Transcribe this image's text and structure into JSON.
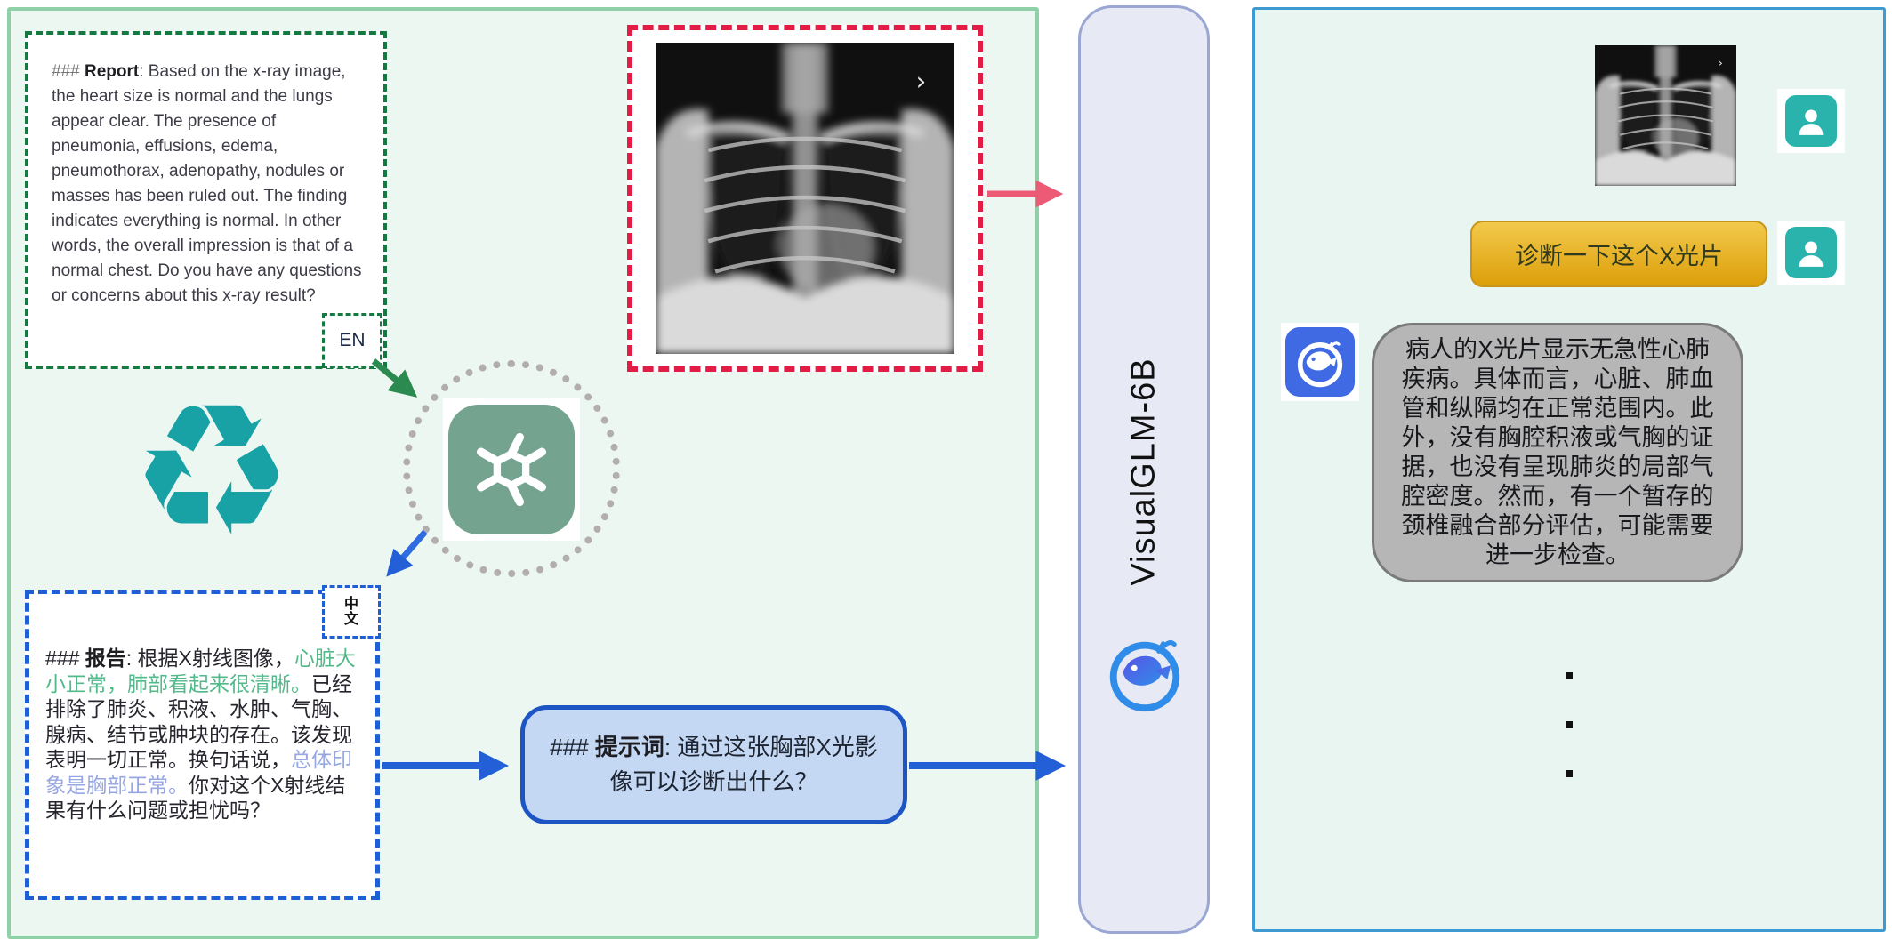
{
  "left_panel": {
    "english_report": {
      "tag": "EN",
      "hashes": "###",
      "title": "Report",
      "body": ": Based on the x-ray image, the heart size is normal and the lungs appear clear. The presence of pneumonia, effusions, edema, pneumothorax, adenopathy, nodules or masses has been ruled out. The finding indicates everything is normal. In other words, the overall impression is that of a normal chest. Do you have any questions or concerns about this x-ray result?"
    },
    "chinese_report": {
      "tag_top": "中",
      "tag_bottom": "文",
      "hashes": "###",
      "title": "报告",
      "seg1": ": 根据X射线图像，",
      "seg_green": "心脏大小正常，肺部看起来很清晰。",
      "seg2": "已经排除了肺炎、积液、水肿、气胸、腺病、结节或肿块的存在。该发现表明一切正常。换句话说，",
      "seg_violet": "总体印象是胸部正常。",
      "seg3": "你对这个X射线结果有什么问题或担忧吗？"
    },
    "prompt_box": {
      "hashes": "###",
      "title": "提示词",
      "body": ": 通过这张胸部X光影像可以诊断出什么？"
    },
    "icons": {
      "recycle_glyph": "♻",
      "translator": "openai-logo"
    }
  },
  "model_bar": {
    "name": "VisualGLM-6B",
    "logo": "chatglm-whale"
  },
  "chat_panel": {
    "user_query_button": "诊断一下这个X光片",
    "bot_reply": "病人的X光片显示无急性心肺疾病。具体而言，心脏、肺血管和纵隔均在正常范围内。此外，没有胸腔积液或气胸的证据，也没有呈现肺炎的局部气腔密度。然而，有一个暂存的颈椎融合部分评估，可能需要进一步检查。"
  },
  "palette": {
    "panel-left-bg": "#edf7f2",
    "panel-left-border": "#8fd0a8",
    "panel-right-bg": "#e9f5f1",
    "panel-right-border": "#3e9ad2",
    "bar-bg": "#e7e9f4",
    "bar-border": "#9ba6d2",
    "dash-green": "#157a42",
    "dash-red": "#e11d45",
    "dash-blue": "#1f5fd6",
    "prompt-fill": "#c4d8f4",
    "prompt-border": "#1d55c4",
    "bubble-fill": "#b6b6b6",
    "bubble-border": "#7a7a7a",
    "teal": "#2ab3ad",
    "openai-green": "#74a390",
    "glm-blue": "#3f6ae3",
    "gold-top": "#f2c94c",
    "gold-bottom": "#dd9f0a",
    "gold-border": "#c8951a",
    "text-green": "#53b98a",
    "text-violet": "#97a7e2",
    "recycle-teal": "#18a2a6"
  }
}
